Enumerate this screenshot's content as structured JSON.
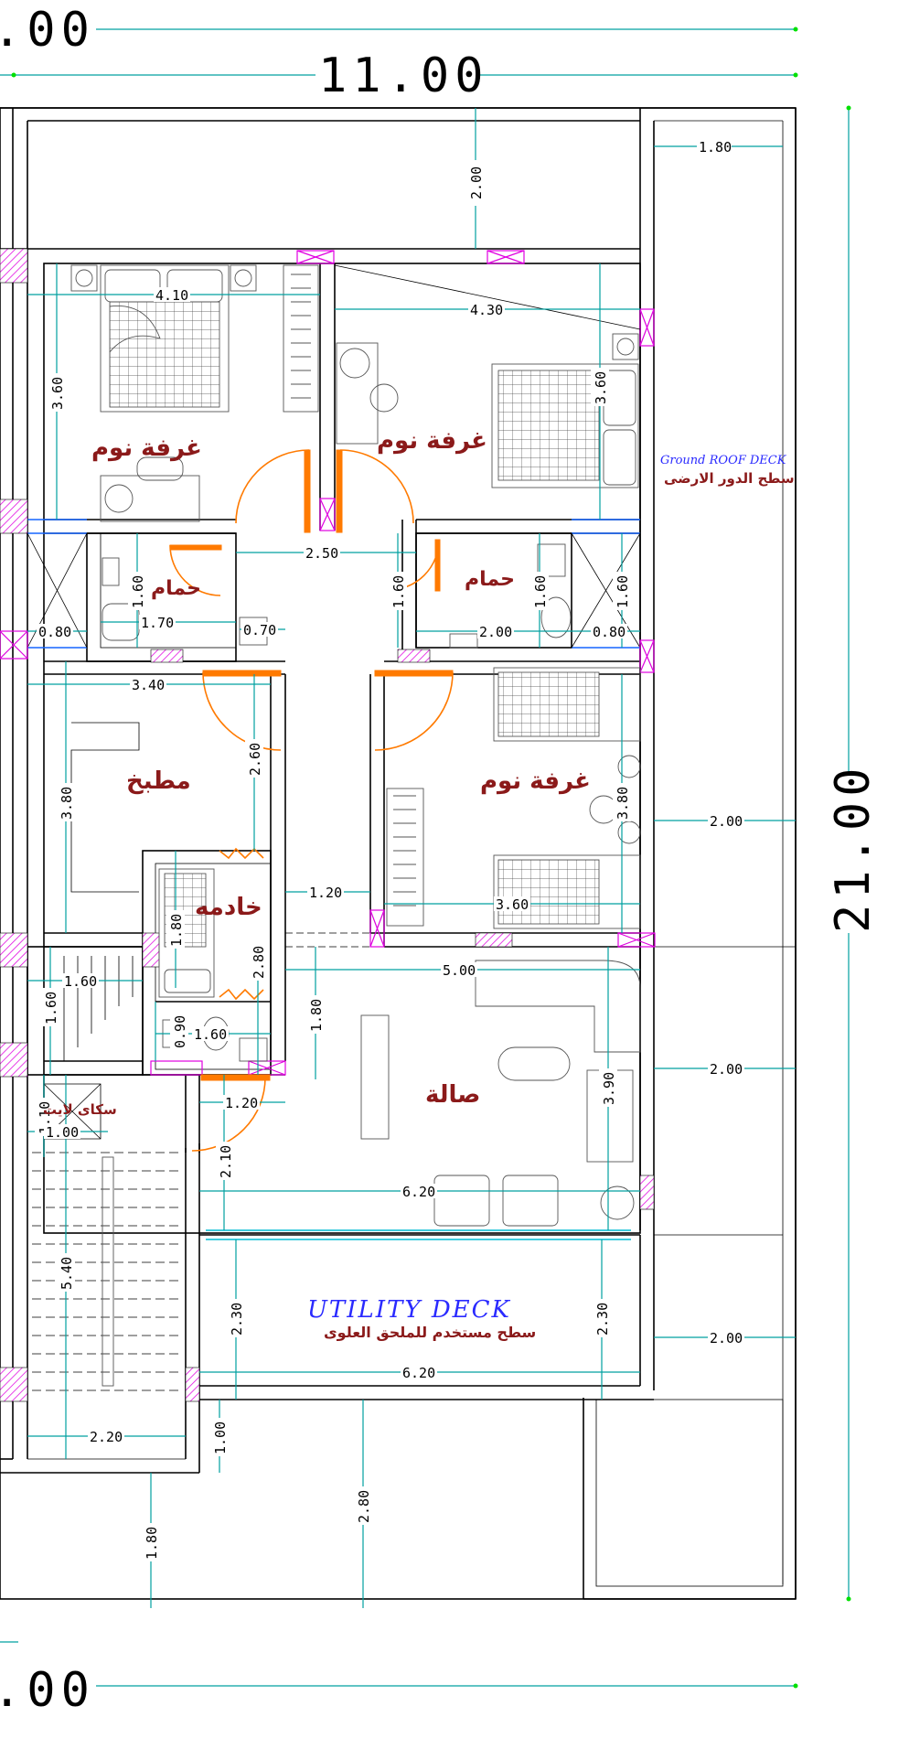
{
  "drawing": {
    "overall": {
      "top_partial": ".00",
      "width": "11.00",
      "height": "21.00",
      "bottom_partial": ".00"
    },
    "rooms": {
      "bedroom_tl": "غرفة نوم",
      "bedroom_tr": "غرفة نوم",
      "bedroom_r": "غرفة نوم",
      "bath_l": "حمام",
      "bath_r": "حمام",
      "kitchen": "مطبخ",
      "maid": "خادمه",
      "living": "صالة",
      "skylight": "سكاى لايت"
    },
    "labels": {
      "ground_roof_en": "Ground ROOF DECK",
      "ground_roof_ar": "سطح الدور الارضى",
      "utility_en": "UTILITY DECK",
      "utility_ar": "سطح مستخدم للملحق العلوى"
    },
    "dims": {
      "d200_top": "2.00",
      "d180_tr": "1.80",
      "d410": "4.10",
      "d430": "4.30",
      "d360_l": "3.60",
      "d360_r": "3.60",
      "d250": "2.50",
      "d160_bl": "1.60",
      "d170": "1.70",
      "d070": "0.70",
      "d160_br": "1.60",
      "d200_br": "2.00",
      "d160_c": "1.60",
      "d080_l": "0.80",
      "d080_r": "0.80",
      "d160_rr": "1.60",
      "d340": "3.40",
      "d380_l": "3.80",
      "d260": "2.60",
      "d380_r": "3.80",
      "d200_r1": "2.00",
      "d120_c": "1.20",
      "d360_b": "3.60",
      "d180_m": "1.80",
      "d160_st": "1.60",
      "d160_stv": "1.60",
      "d280_m": "2.80",
      "d500": "5.00",
      "d180_v": "1.80",
      "d090": "0.90",
      "d160_mb": "1.60",
      "d200_r2": "2.00",
      "d390": "3.90",
      "d110": "1.10",
      "d100": "1.00",
      "d120_b": "1.20",
      "d210": "2.10",
      "d620_a": "6.20",
      "d540": "5.40",
      "d230_l": "2.30",
      "d230_r": "2.30",
      "d200_r3": "2.00",
      "d620_b": "6.20",
      "d220": "2.20",
      "d100_v": "1.00",
      "d280_b": "2.80",
      "d180_b": "1.80"
    }
  }
}
